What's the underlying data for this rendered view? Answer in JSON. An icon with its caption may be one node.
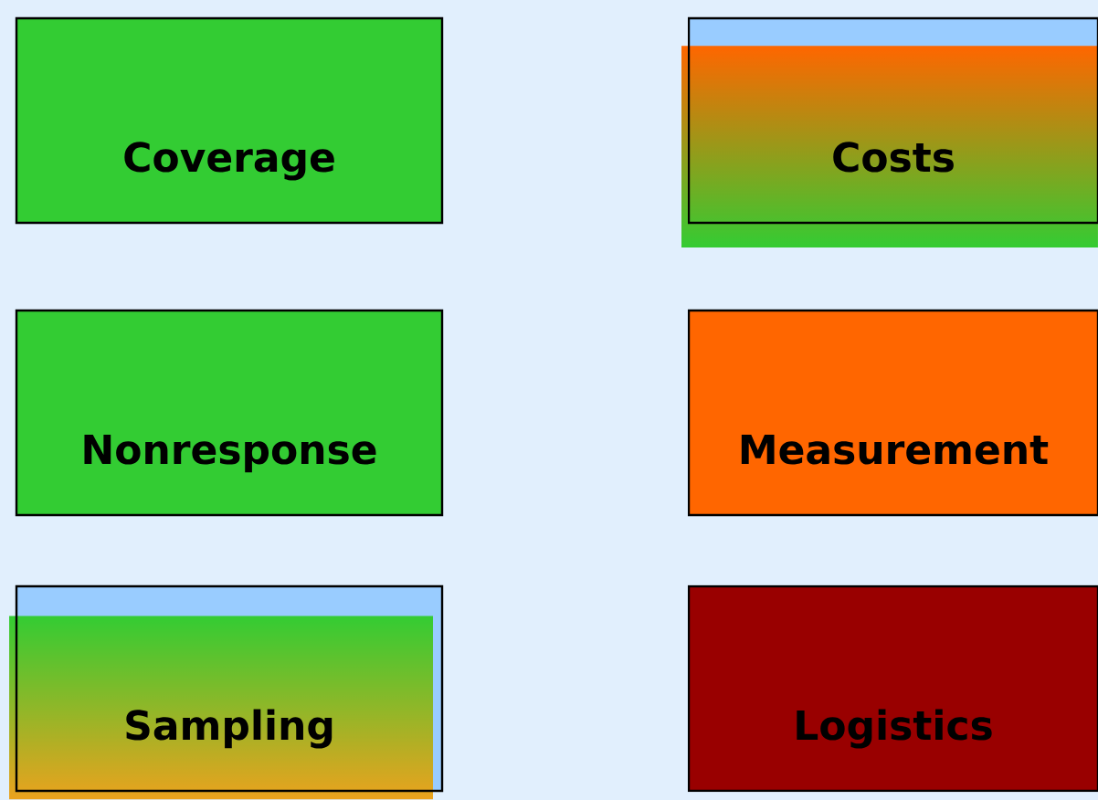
{
  "diagram": {
    "nodes": [
      {
        "text": [
          "Coverage"
        ]
      },
      {
        "text": [
          "Costs"
        ]
      },
      {
        "text": [
          "Nonresponse"
        ]
      },
      {
        "text": [
          "Measurement"
        ]
      },
      {
        "text": [
          "Sampling"
        ]
      },
      {
        "text": [
          "Logistics"
        ]
      }
    ]
  }
}
